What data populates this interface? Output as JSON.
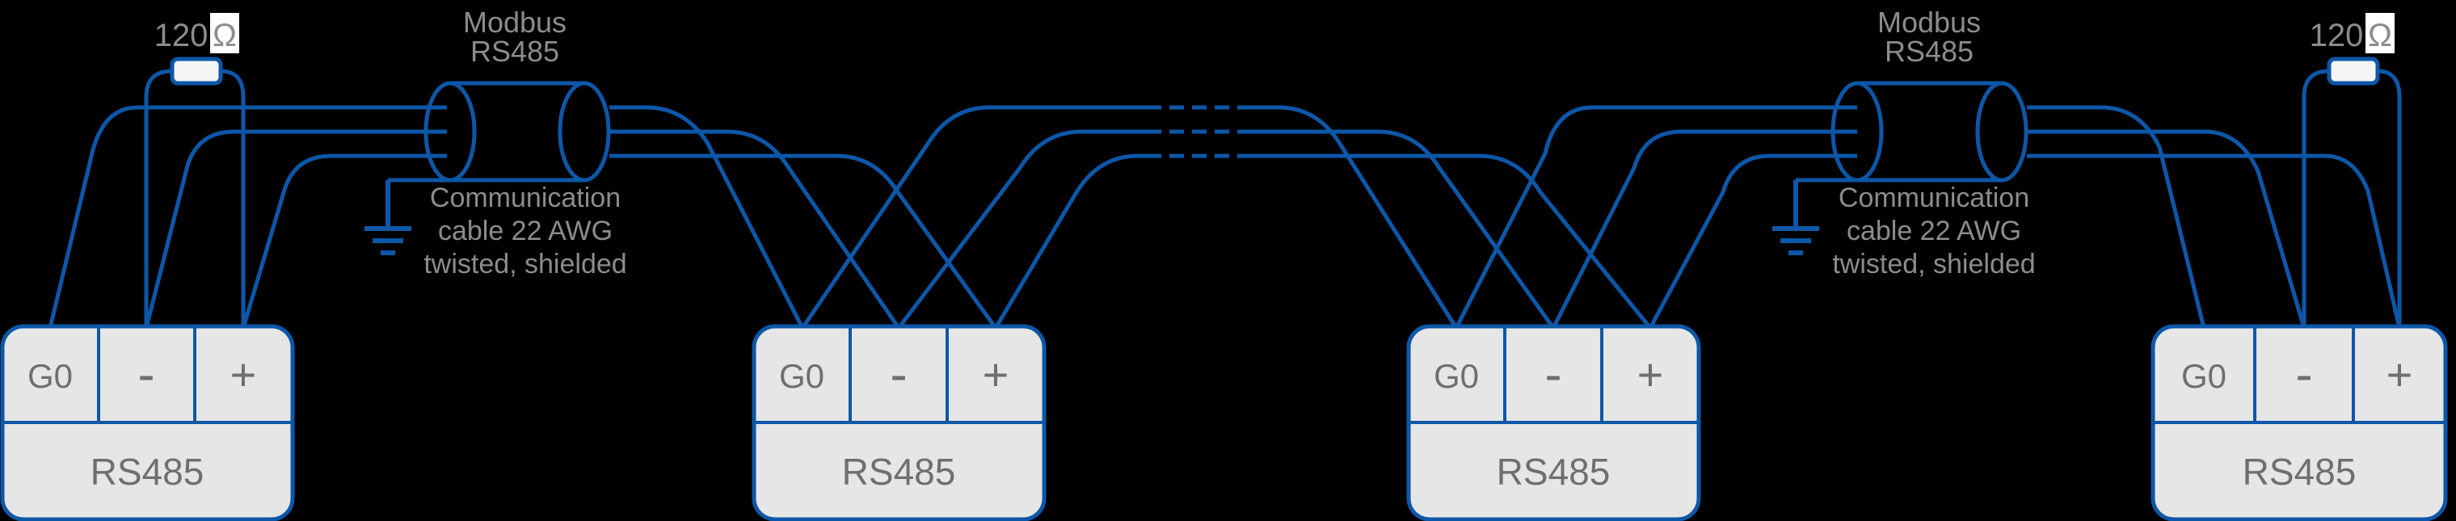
{
  "colors": {
    "background": "#000000",
    "wire_blue": "#0d57a8",
    "device_fill": "#e6e6e6",
    "device_label_gray": "#6f6f6f",
    "note_gray": "#8c8c8c",
    "resistor_fill": "#f5f5f5",
    "ohm_box_white": "#ffffff"
  },
  "terminator": {
    "value": "120",
    "unit": "Ω"
  },
  "shield_label": {
    "line1": "Modbus",
    "line2": "RS485"
  },
  "cable_note": {
    "line1": "Communication",
    "line2": "cable 22 AWG",
    "line3": "twisted, shielded"
  },
  "device": {
    "label": "RS485",
    "terminals": {
      "g0": "G0",
      "minus": "-",
      "plus": "+"
    }
  }
}
